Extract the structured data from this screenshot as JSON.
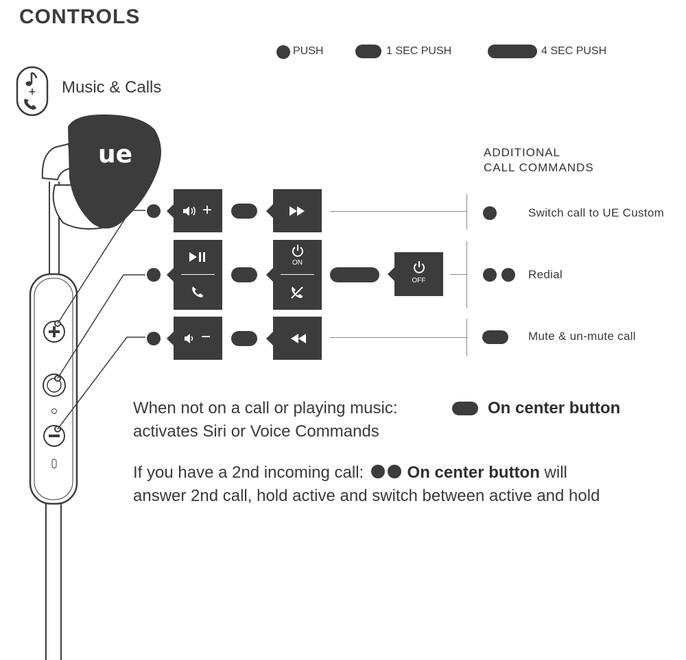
{
  "page": {
    "title": "CONTROLS",
    "section_label": "Music & Calls"
  },
  "legend": {
    "push": "PUSH",
    "one_sec": "1 SEC PUSH",
    "four_sec": "4 SEC PUSH"
  },
  "buttons": {
    "plus_symbol": "+",
    "minus_symbol": "−",
    "on_label": "ON",
    "off_label": "OFF"
  },
  "brand": {
    "logo_text": "ue"
  },
  "additional": {
    "heading_line1": "ADDITIONAL",
    "heading_line2": "CALL COMMANDS",
    "commands": [
      {
        "press": "single",
        "text": "Switch call to UE Custom"
      },
      {
        "press": "double",
        "text": "Redial"
      },
      {
        "press": "long",
        "text": "Mute & un-mute call"
      }
    ]
  },
  "notes": {
    "siri_line1": "When not on a call or playing music:",
    "siri_line2": "activates Siri or Voice Commands",
    "siri_emph": "On center button",
    "second_call_lead": "If you have a 2nd incoming call:",
    "second_call_emph": "On center button",
    "second_call_tail": "will",
    "second_call_line2": "answer 2nd call, hold active and switch between active and hold"
  },
  "icons": [
    "music-note-icon",
    "phone-icon",
    "volume-up-icon",
    "volume-down-icon",
    "fast-forward-icon",
    "rewind-icon",
    "play-pause-icon",
    "power-icon",
    "end-call-icon"
  ],
  "colors": {
    "ink": "#3c3c3c",
    "text": "#3a3a3a",
    "line": "#8a8a8a"
  }
}
